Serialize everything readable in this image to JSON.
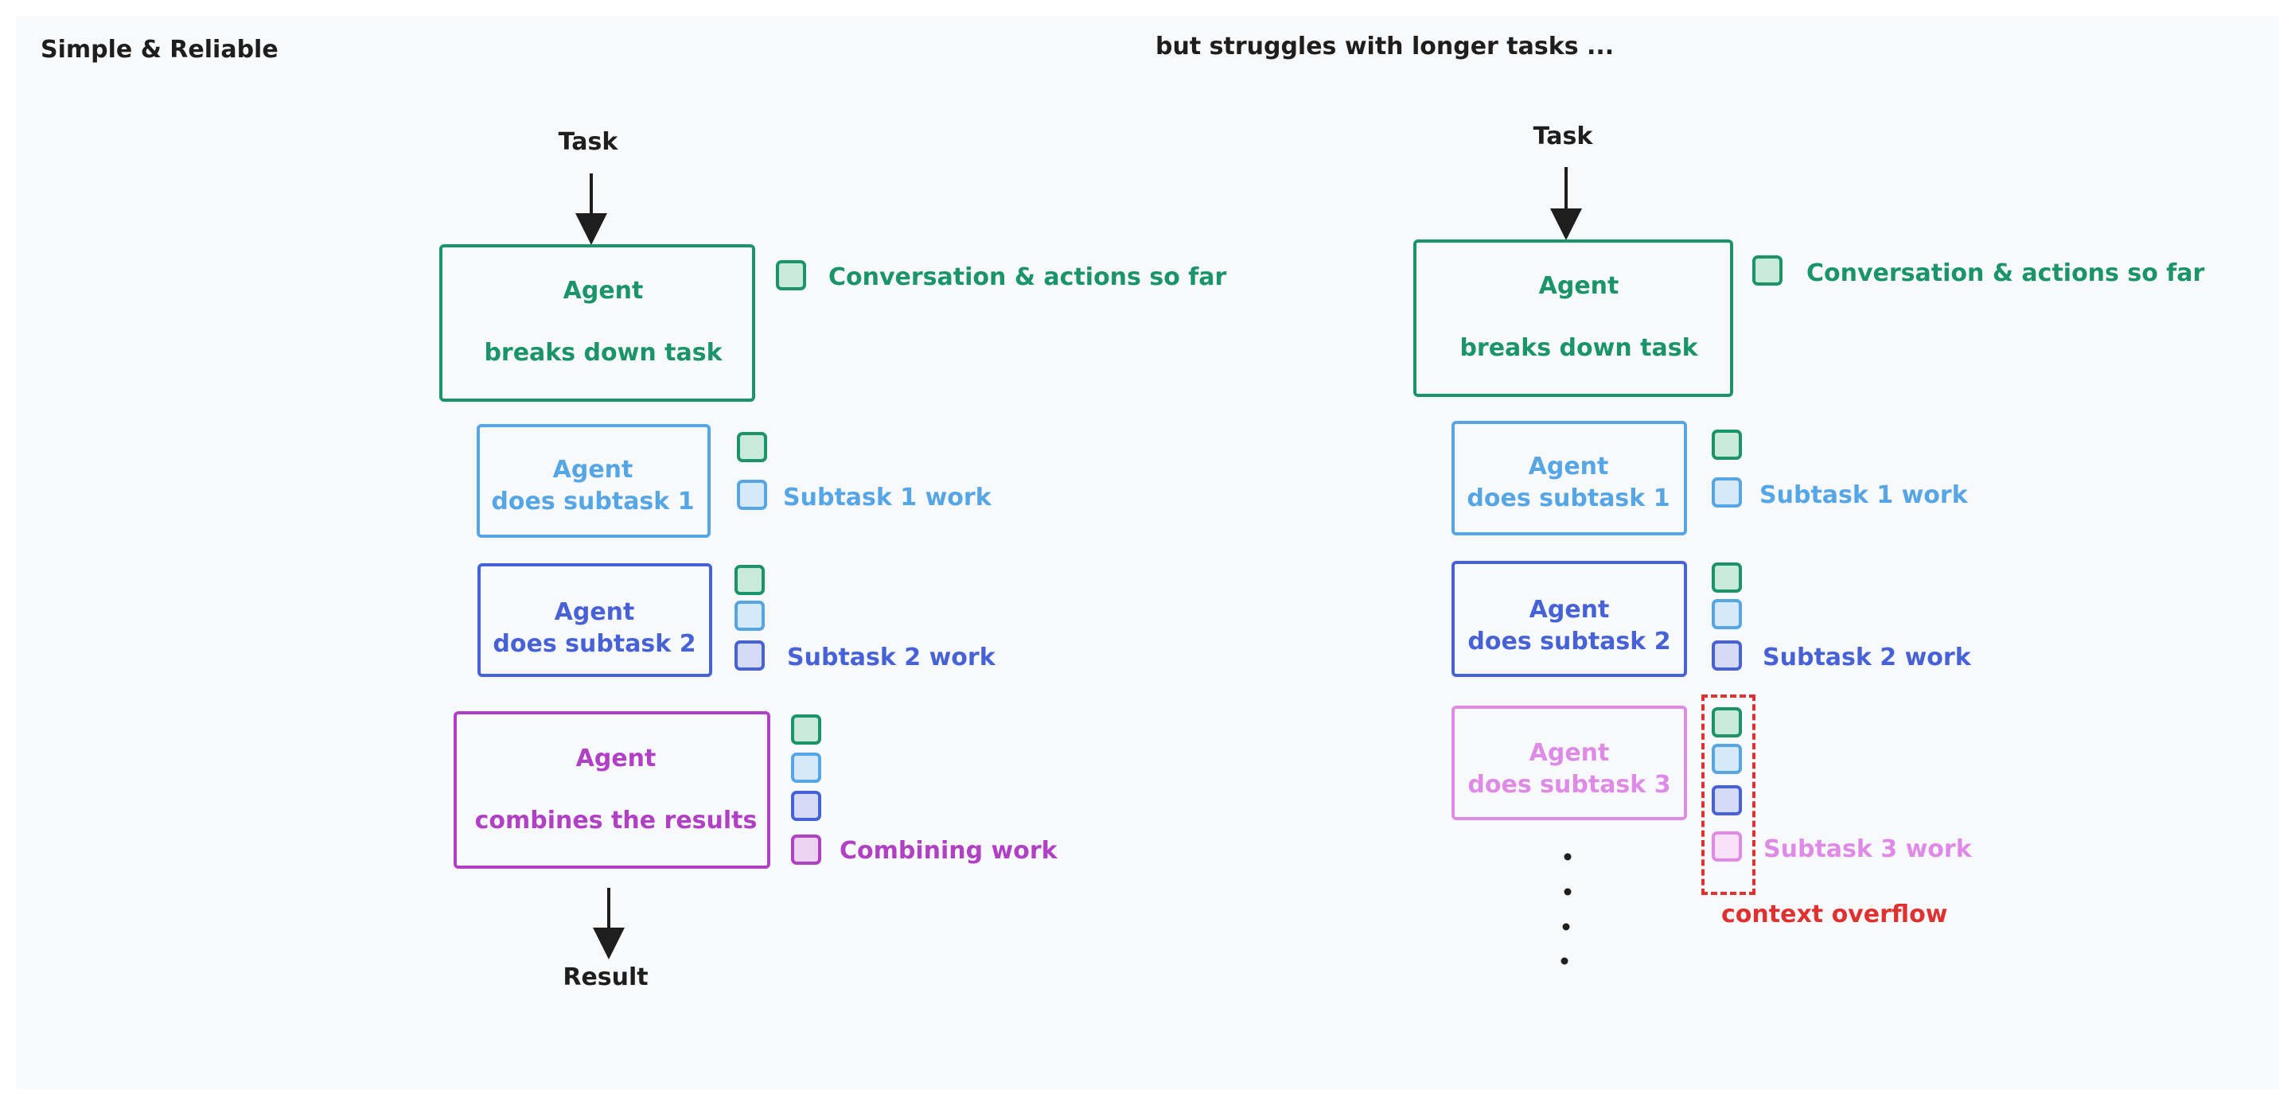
{
  "headings": {
    "left": "Simple & Reliable",
    "right": "but struggles with longer tasks ..."
  },
  "left": {
    "task_label": "Task",
    "result_label": "Result",
    "main_agent": {
      "title": "Agent",
      "subtitle": "breaks down task"
    },
    "sub1": {
      "title": "Agent",
      "subtitle": "does subtask 1"
    },
    "sub2": {
      "title": "Agent",
      "subtitle": "does subtask 2"
    },
    "combine": {
      "title": "Agent",
      "subtitle": "combines the results"
    },
    "context": {
      "conversation": "Conversation & actions so far",
      "subtask1": "Subtask 1 work",
      "subtask2": "Subtask 2 work",
      "combining": "Combining work"
    }
  },
  "right": {
    "task_label": "Task",
    "main_agent": {
      "title": "Agent",
      "subtitle": "breaks down task"
    },
    "sub1": {
      "title": "Agent",
      "subtitle": "does subtask 1"
    },
    "sub2": {
      "title": "Agent",
      "subtitle": "does subtask 2"
    },
    "sub3": {
      "title": "Agent",
      "subtitle": "does subtask 3"
    },
    "context": {
      "conversation": "Conversation & actions so far",
      "subtask1": "Subtask 1 work",
      "subtask2": "Subtask 2 work",
      "subtask3": "Subtask 3 work"
    },
    "overflow_label": "context overflow"
  },
  "colors": {
    "green": "#1a9468",
    "green_fill": "#c9eadb",
    "light_blue": "#56a6e6",
    "light_blue_fill": "#d5e9f8",
    "blue": "#4762d6",
    "blue_fill": "#d5dbf6",
    "purple": "#b041c4",
    "purple_fill": "#ecd3f1",
    "pink": "#de8ae6",
    "pink_fill": "#f8e2f9",
    "red": "#e03131",
    "text": "#1e1e1e"
  }
}
